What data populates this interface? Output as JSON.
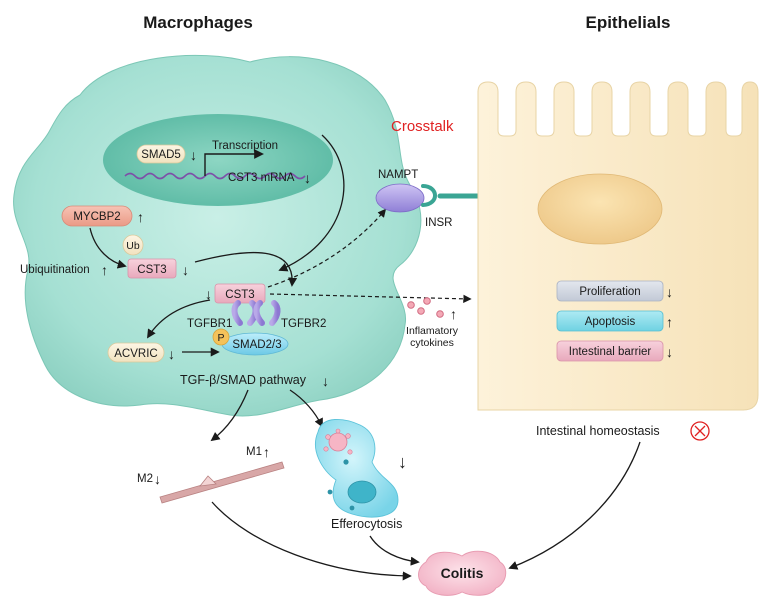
{
  "headers": {
    "macrophages": "Macrophages",
    "epithelials": "Epithelials",
    "crosstalk": "Crosstalk"
  },
  "nucleus": {
    "smad5": "SMAD5",
    "transcription": "Transcription",
    "cst3_mrna": "CST3 mRNA"
  },
  "macrophage": {
    "mycbp2": "MYCBP2",
    "ub": "Ub",
    "ubiquitination": "Ubiquitination",
    "cst3_upper": "CST3",
    "cst3_lower": "CST3",
    "tgfbr1": "TGFBR1",
    "tgfbr2": "TGFBR2",
    "acvric": "ACVRIC",
    "phospho": "P",
    "smad23": "SMAD2/3",
    "pathway": "TGF-β/SMAD pathway"
  },
  "crosstalk_items": {
    "nampt": "NAMPT",
    "insr": "INSR",
    "cytokines_line1": "Inflamatory",
    "cytokines_line2": "cytokines"
  },
  "epithelial": {
    "proliferation": "Proliferation",
    "apoptosis": "Apoptosis",
    "barrier": "Intestinal barrier",
    "homeostasis": "Intestinal homeostasis"
  },
  "outcomes": {
    "m1": "M1",
    "m2": "M2",
    "efferocytosis": "Efferocytosis",
    "colitis": "Colitis"
  },
  "arrows": {
    "down": "↓",
    "up": "↑"
  },
  "colors": {
    "macrophage_fill": "#a7e2d6",
    "nucleus_fill": "#6fc6b2",
    "epithelial_fill": "#fbeed0",
    "pink_pill": "#f1bccb",
    "crosstalk_red": "#e02222",
    "nampt_purple": "#a99ae0",
    "smad_blue": "#8fd8f0",
    "efferocyte_blue": "#9fe3f2",
    "colitis_pink": "#f7c7d6"
  }
}
